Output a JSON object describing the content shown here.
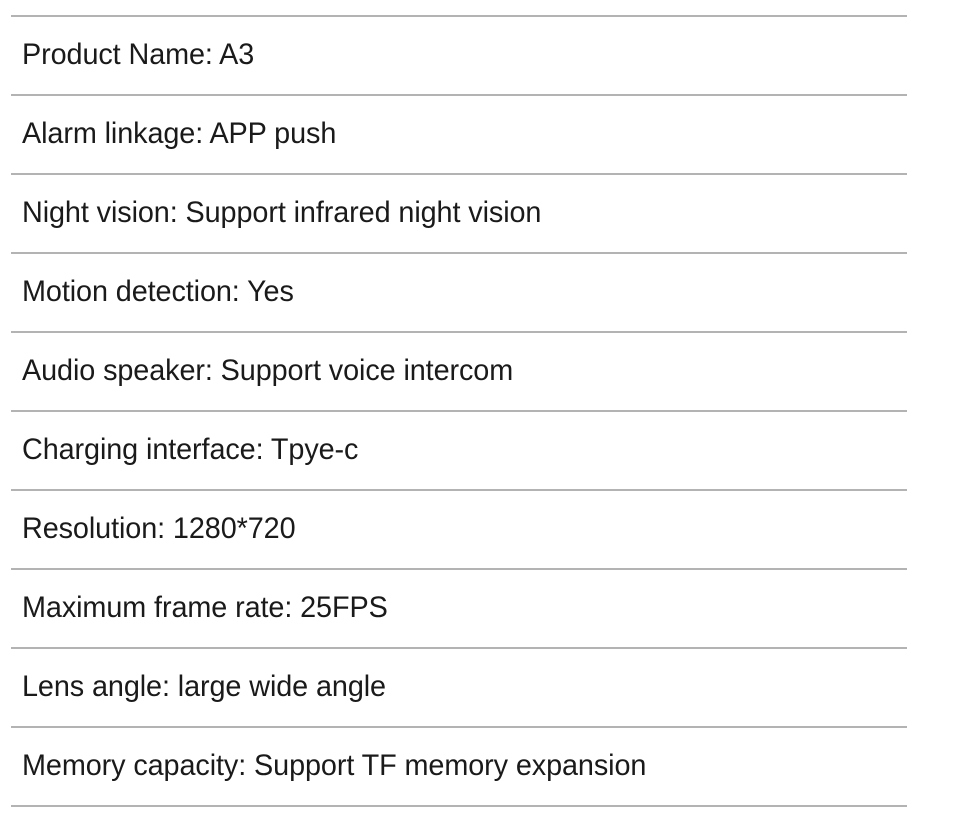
{
  "document": {
    "type": "product-specification-list",
    "background_color": "#ffffff",
    "divider_color": "#b3b3b3",
    "text_color": "#1a1a1a"
  },
  "specs": [
    {
      "label": "Product Name: A3",
      "key": "Product Name",
      "value": "A3"
    },
    {
      "label": "Alarm linkage: APP push",
      "key": "Alarm linkage",
      "value": "APP push"
    },
    {
      "label": "Night vision: Support infrared night vision",
      "key": "Night vision",
      "value": "Support infrared night vision"
    },
    {
      "label": "Motion detection: Yes",
      "key": "Motion detection",
      "value": "Yes"
    },
    {
      "label": "Audio speaker: Support voice intercom",
      "key": "Audio speaker",
      "value": "Support voice intercom"
    },
    {
      "label": "Charging interface: Tpye-c",
      "key": "Charging interface",
      "value": "Tpye-c"
    },
    {
      "label": "Resolution: 1280*720",
      "key": "Resolution",
      "value": "1280*720"
    },
    {
      "label": "Maximum frame rate: 25FPS",
      "key": "Maximum frame rate",
      "value": "25FPS"
    },
    {
      "label": "Lens angle: large wide angle",
      "key": "Lens angle",
      "value": "large wide angle"
    },
    {
      "label": "Memory capacity: Support TF memory expansion",
      "key": "Memory capacity",
      "value": "Support TF memory expansion"
    }
  ]
}
